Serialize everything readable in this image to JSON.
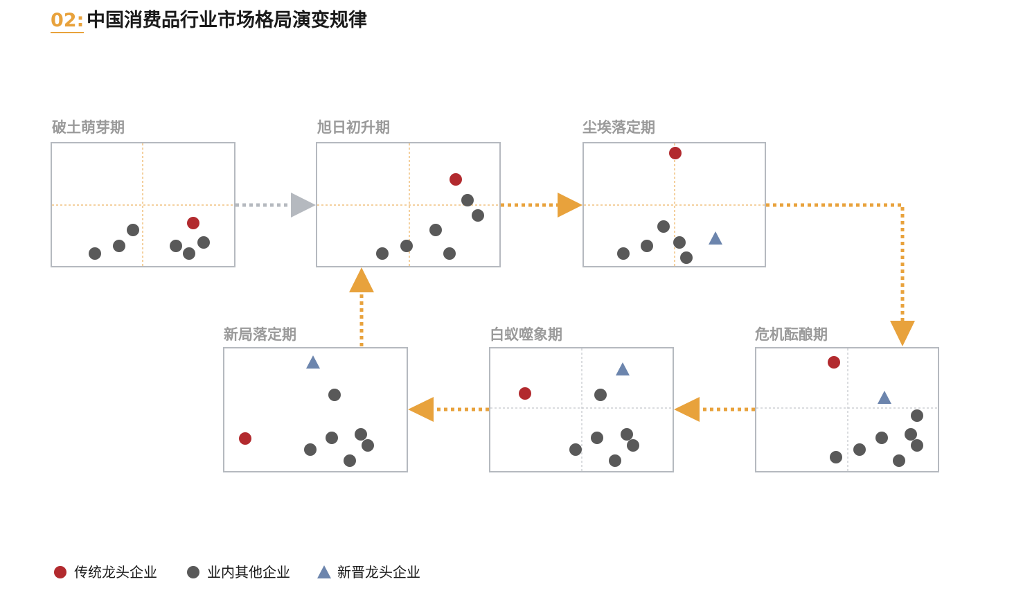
{
  "header": {
    "number": "02:",
    "title": "中国消费品行业市场格局演变规律"
  },
  "stages": [
    {
      "id": "s1",
      "label": "破土萌芽期"
    },
    {
      "id": "s2",
      "label": "旭日初升期"
    },
    {
      "id": "s3",
      "label": "尘埃落定期"
    },
    {
      "id": "s4",
      "label": "危机酝酿期"
    },
    {
      "id": "s5",
      "label": "白蚁噬象期"
    },
    {
      "id": "s6",
      "label": "新局落定期"
    }
  ],
  "legend": [
    {
      "marker": "circle",
      "color": "#b22a2e",
      "label": "传统龙头企业"
    },
    {
      "marker": "circle",
      "color": "#595959",
      "label": "业内其他企业"
    },
    {
      "marker": "triangle",
      "color": "#6c85ad",
      "label": "新晋龙头企业"
    }
  ],
  "colors": {
    "traditional_leader": "#b22a2e",
    "other_firm": "#595959",
    "new_leader": "#6c85ad",
    "arrow_orange": "#e8a23c",
    "arrow_gray": "#b5b9bf",
    "quadrant_line": "#e8a23c"
  },
  "flow": [
    "s1",
    "s2",
    "s3",
    "s4",
    "s5",
    "s6",
    "s2"
  ]
}
